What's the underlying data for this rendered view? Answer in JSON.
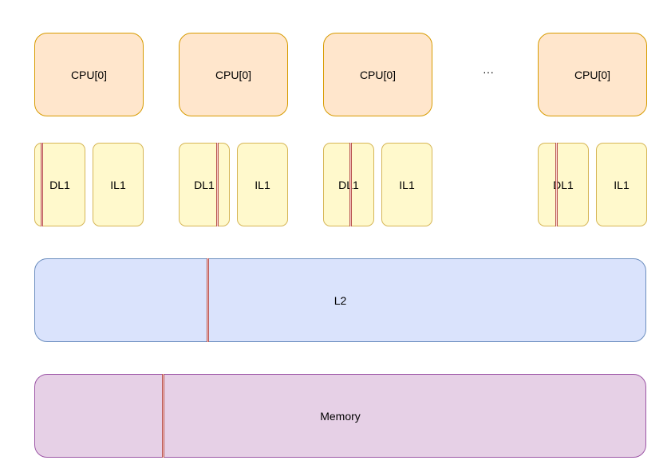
{
  "cpus": [
    {
      "label": "CPU[0]"
    },
    {
      "label": "CPU[0]"
    },
    {
      "label": "CPU[0]"
    },
    {
      "label": "CPU[0]"
    }
  ],
  "ellipsis": "···",
  "caches": [
    {
      "dl1": "DL1",
      "il1": "IL1"
    },
    {
      "dl1": "DL1",
      "il1": "IL1"
    },
    {
      "dl1": "DL1",
      "il1": "IL1"
    },
    {
      "dl1": "DL1",
      "il1": "IL1"
    }
  ],
  "l2": {
    "label": "L2"
  },
  "memory": {
    "label": "Memory"
  },
  "colors": {
    "cpu_fill": "#ffe6cc",
    "cpu_stroke": "#d79b00",
    "l1_fill": "#fff9cc",
    "l1_stroke": "#d6b656",
    "l2_fill": "#dae3fc",
    "l2_stroke": "#6c8ebf",
    "memory_fill": "#e6d0e6",
    "memory_stroke": "#9c55a6",
    "marker_stroke": "#b85450"
  }
}
